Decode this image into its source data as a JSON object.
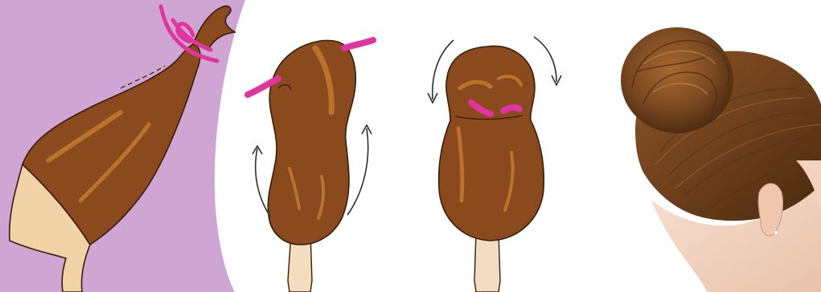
{
  "title": "",
  "steps": [
    {
      "id": 1,
      "depicts": "twist-and-tie-ponytail",
      "icon": "hair-tie-icon"
    },
    {
      "id": 2,
      "depicts": "twist-hair-upward",
      "icon": "curved-arrow-up-icon"
    },
    {
      "id": 3,
      "depicts": "coil-into-bun",
      "icon": "circular-arrows-icon"
    },
    {
      "id": 4,
      "depicts": "finished-bun-photo",
      "icon": "bun-hairstyle-icon"
    }
  ],
  "colors": {
    "background": "#ffffff",
    "lilac_panel": "#cfa6d3",
    "hair_brown": "#8a4a1d",
    "hair_highlight": "#b9732c",
    "hair_outline": "#3a1d0a",
    "skin": "#f2d3a8",
    "neck_skin": "#f3dcc0",
    "tie_magenta": "#e0349e",
    "arrow": "#2d2d2d",
    "photo_hair": "#7b4a22",
    "photo_skin": "#f3d8c6"
  }
}
